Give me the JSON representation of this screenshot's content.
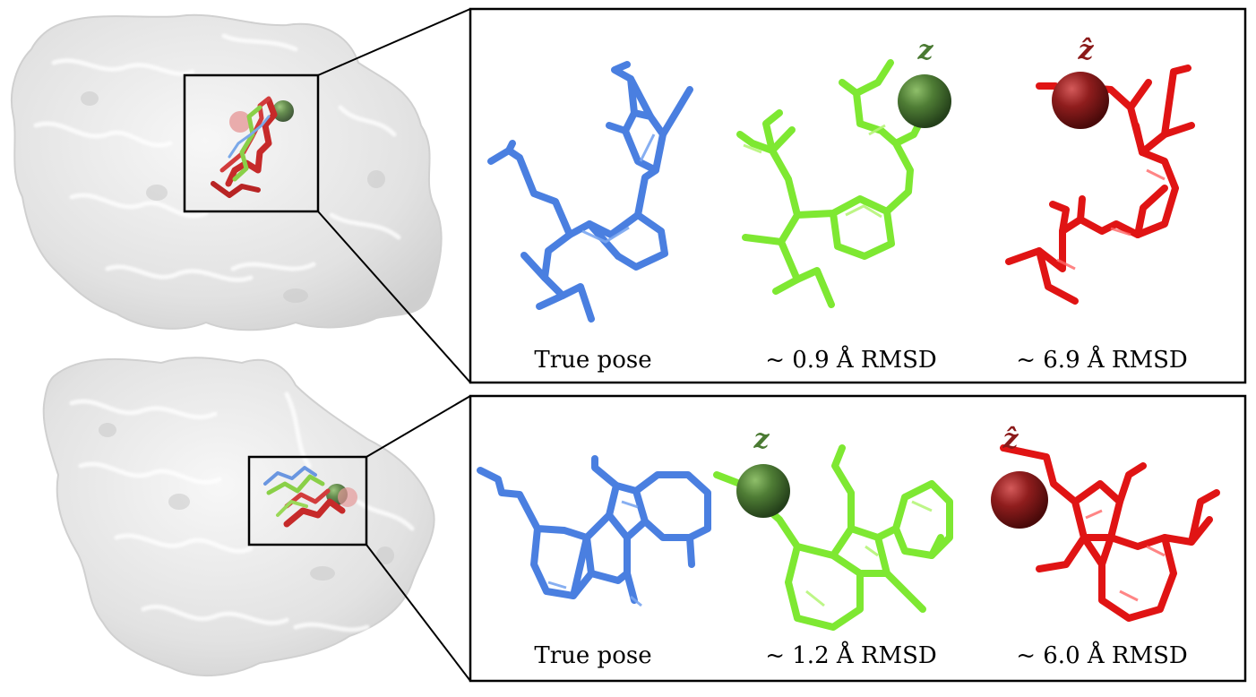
{
  "colors": {
    "true_pose": "#4a7fe0",
    "predicted": "#7ee832",
    "predicted_latent": "#4a7a32",
    "shifted": "#e01414",
    "shifted_latent": "#8b1a1a",
    "protein_surface": "#e6e6e6"
  },
  "panels": [
    {
      "labels": [
        "True pose",
        "~ 0.9 Å RMSD",
        "~ 6.9 Å RMSD"
      ],
      "latent_labels": [
        "z",
        "ẑ"
      ]
    },
    {
      "labels": [
        "True pose",
        "~ 1.2 Å RMSD",
        "~ 6.0 Å RMSD"
      ],
      "latent_labels": [
        "z",
        "ẑ"
      ]
    }
  ]
}
